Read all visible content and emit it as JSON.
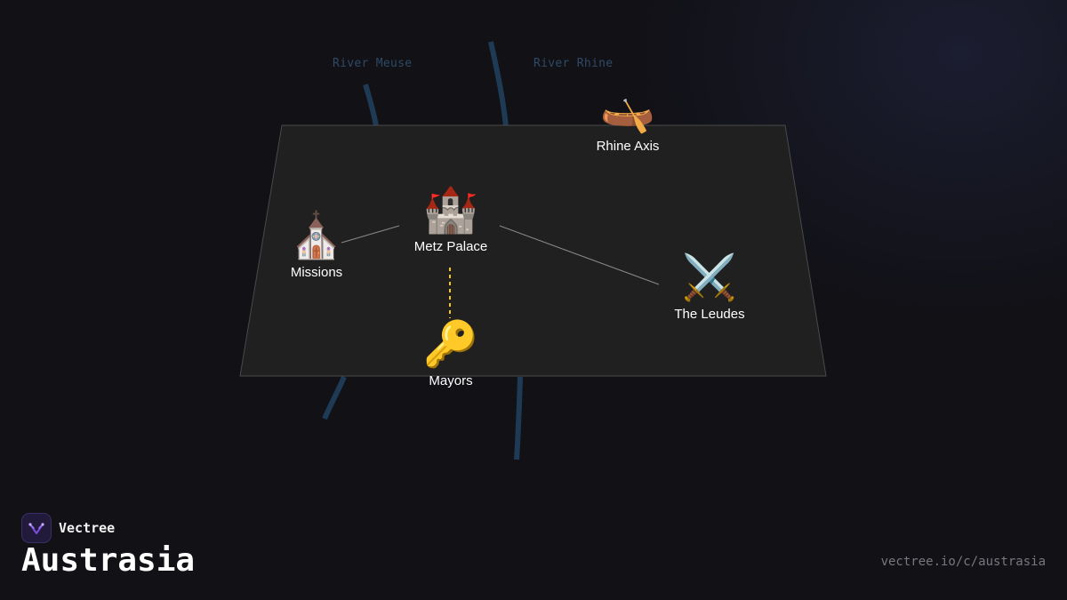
{
  "rivers": [
    {
      "name": "River Meuse"
    },
    {
      "name": "River Rhine"
    }
  ],
  "nodes": [
    {
      "id": "rhine-axis",
      "label": "Rhine Axis",
      "icon": "canoe-icon",
      "glyph": "🛶"
    },
    {
      "id": "metz-palace",
      "label": "Metz Palace",
      "icon": "castle-icon",
      "glyph": "🏰"
    },
    {
      "id": "missions",
      "label": "Missions",
      "icon": "church-icon",
      "glyph": "⛪"
    },
    {
      "id": "the-leudes",
      "label": "The Leudes",
      "icon": "crossed-swords-icon",
      "glyph": "⚔️"
    },
    {
      "id": "mayors",
      "label": "Mayors",
      "icon": "key-icon",
      "glyph": "🔑"
    }
  ],
  "links": [
    {
      "from": "metz-palace",
      "to": "missions",
      "style": "solid"
    },
    {
      "from": "metz-palace",
      "to": "the-leudes",
      "style": "solid"
    },
    {
      "from": "metz-palace",
      "to": "mayors",
      "style": "dashed"
    }
  ],
  "brand": {
    "name": "Vectree",
    "icon": "vectree-logo-icon"
  },
  "title": "Austrasia",
  "url": "vectree.io/c/austrasia",
  "colors": {
    "background": "#111116",
    "plate": "#202020",
    "river": "#1f3a55",
    "river_label": "#2f4a66",
    "dashed_link": "#f5c518",
    "solid_link": "#8a8a8a",
    "brand_accent": "#7b4ee0"
  }
}
